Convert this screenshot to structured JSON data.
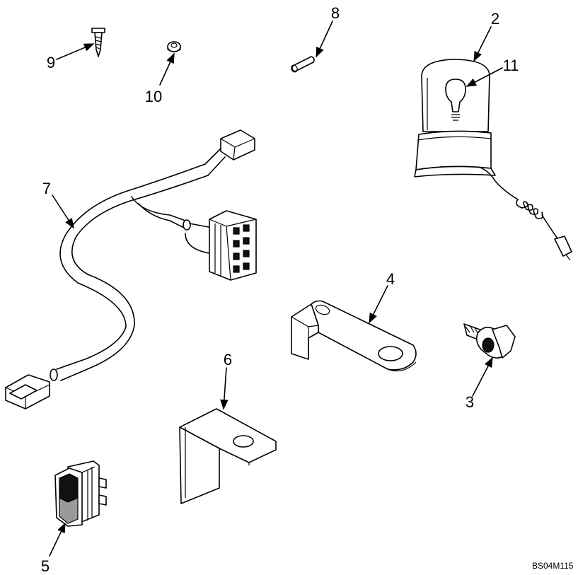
{
  "diagram": {
    "callouts": {
      "c2": "2",
      "c3": "3",
      "c4": "4",
      "c5": "5",
      "c6": "6",
      "c7": "7",
      "c8": "8",
      "c9": "9",
      "c10": "10",
      "c11": "11"
    },
    "drawing_code": "BS04M115"
  }
}
